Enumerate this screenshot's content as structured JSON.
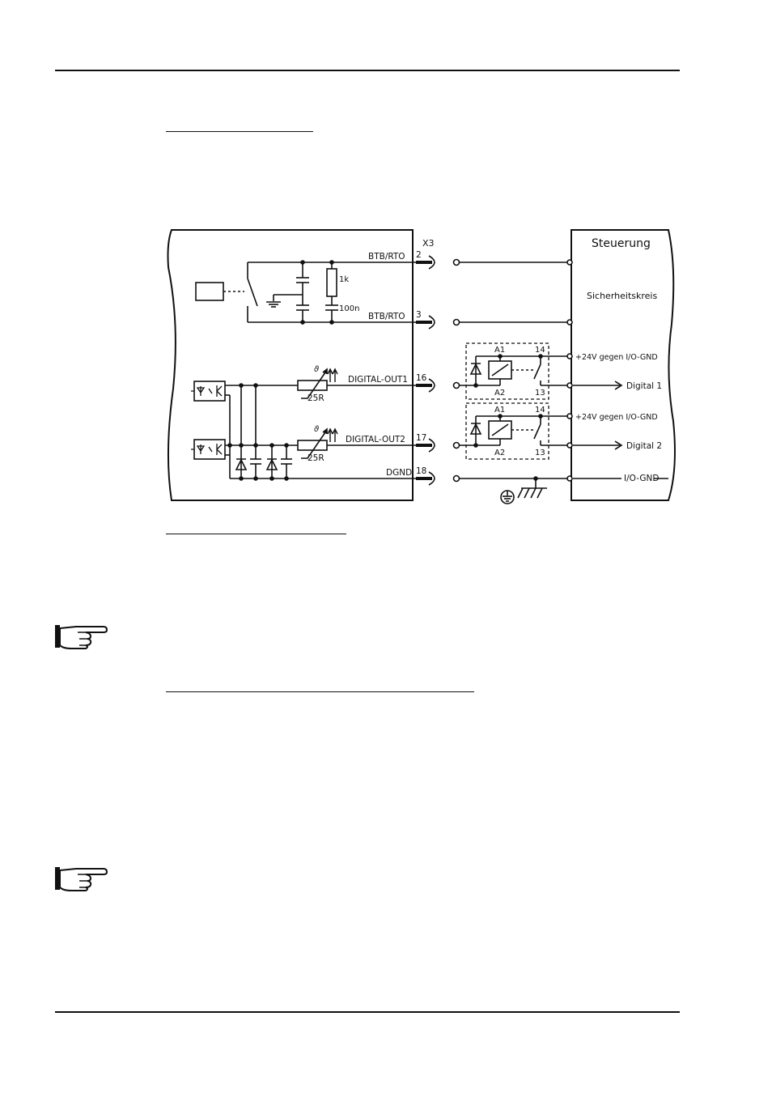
{
  "diagram": {
    "connector": "X3",
    "controller_title": "Steuerung",
    "safety_circuit": "Sicherheitskreis",
    "resistor_1k": "1k",
    "capacitor_100n": "100n",
    "signals": [
      {
        "name": "BTB/RTO",
        "pin": "2"
      },
      {
        "name": "BTB/RTO",
        "pin": "3"
      },
      {
        "name": "DIGITAL-OUT1",
        "pin": "16"
      },
      {
        "name": "DIGITAL-OUT2",
        "pin": "17"
      },
      {
        "name": "DGND",
        "pin": "18"
      }
    ],
    "ptc_label_1": "25R",
    "ptc_label_2": "25R",
    "theta_symbol": "ϑ",
    "relay_1": {
      "a1": "A1",
      "a2": "A2",
      "c14": "14",
      "c13": "13"
    },
    "relay_2": {
      "a1": "A1",
      "a2": "A2",
      "c14": "14",
      "c13": "13"
    },
    "supply_1": "+24V gegen I/O-GND",
    "supply_2": "+24V gegen I/O-GND",
    "output_1": "Digital 1",
    "output_2": "Digital 2",
    "io_gnd": "I/O-GND"
  },
  "icons": [
    "pointing-hand-icon",
    "pointing-hand-icon"
  ]
}
